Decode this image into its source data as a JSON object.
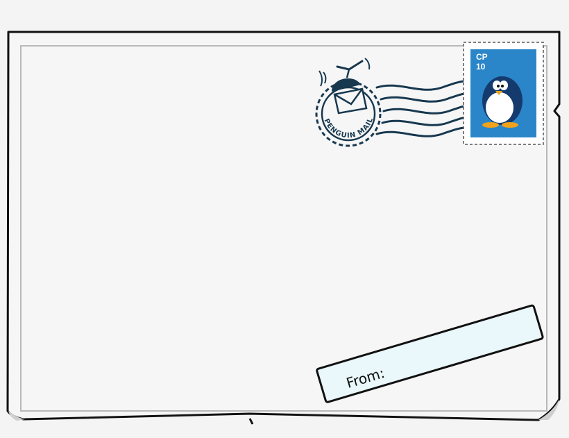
{
  "envelope": {
    "postmark_text": "PENGUIN MAIL",
    "stamp": {
      "brand": "CP",
      "value": "10"
    },
    "from_label": "From:"
  },
  "colors": {
    "outline": "#111111",
    "paper": "#f6f6f6",
    "stamp_blue": "#2a86c8",
    "postmark": "#17384f",
    "from_field": "#eaf7fb"
  },
  "icons": [
    "envelope-icon",
    "propeller-cap-icon",
    "penguin-icon"
  ]
}
